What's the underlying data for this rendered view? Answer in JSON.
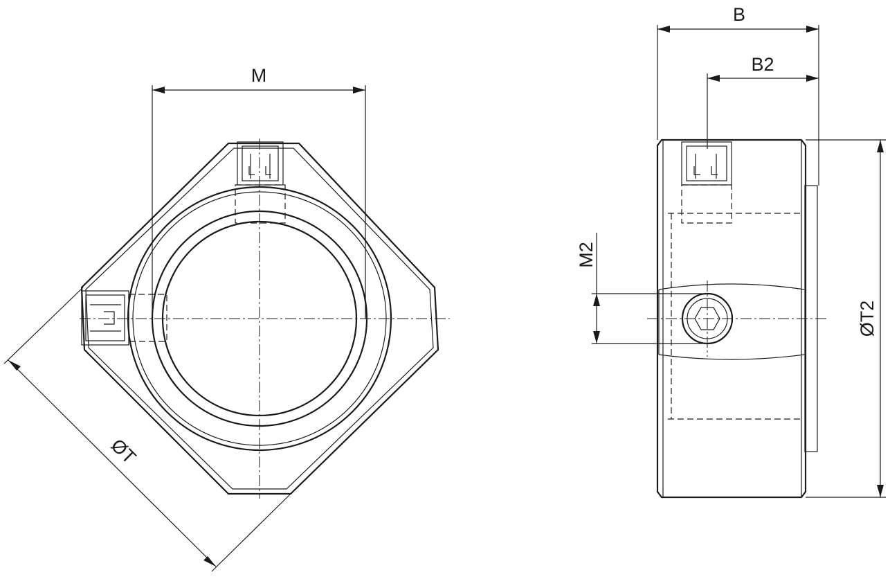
{
  "front_view": {
    "dim_width_label": "M",
    "dim_diameter_label": "ØT"
  },
  "side_view": {
    "dim_width_label": "B",
    "dim_offset_label": "B2",
    "dim_height_label": "M2",
    "dim_diameter_label": "ØT2"
  },
  "colors": {
    "line": "#1a1a1a",
    "background": "#ffffff"
  }
}
